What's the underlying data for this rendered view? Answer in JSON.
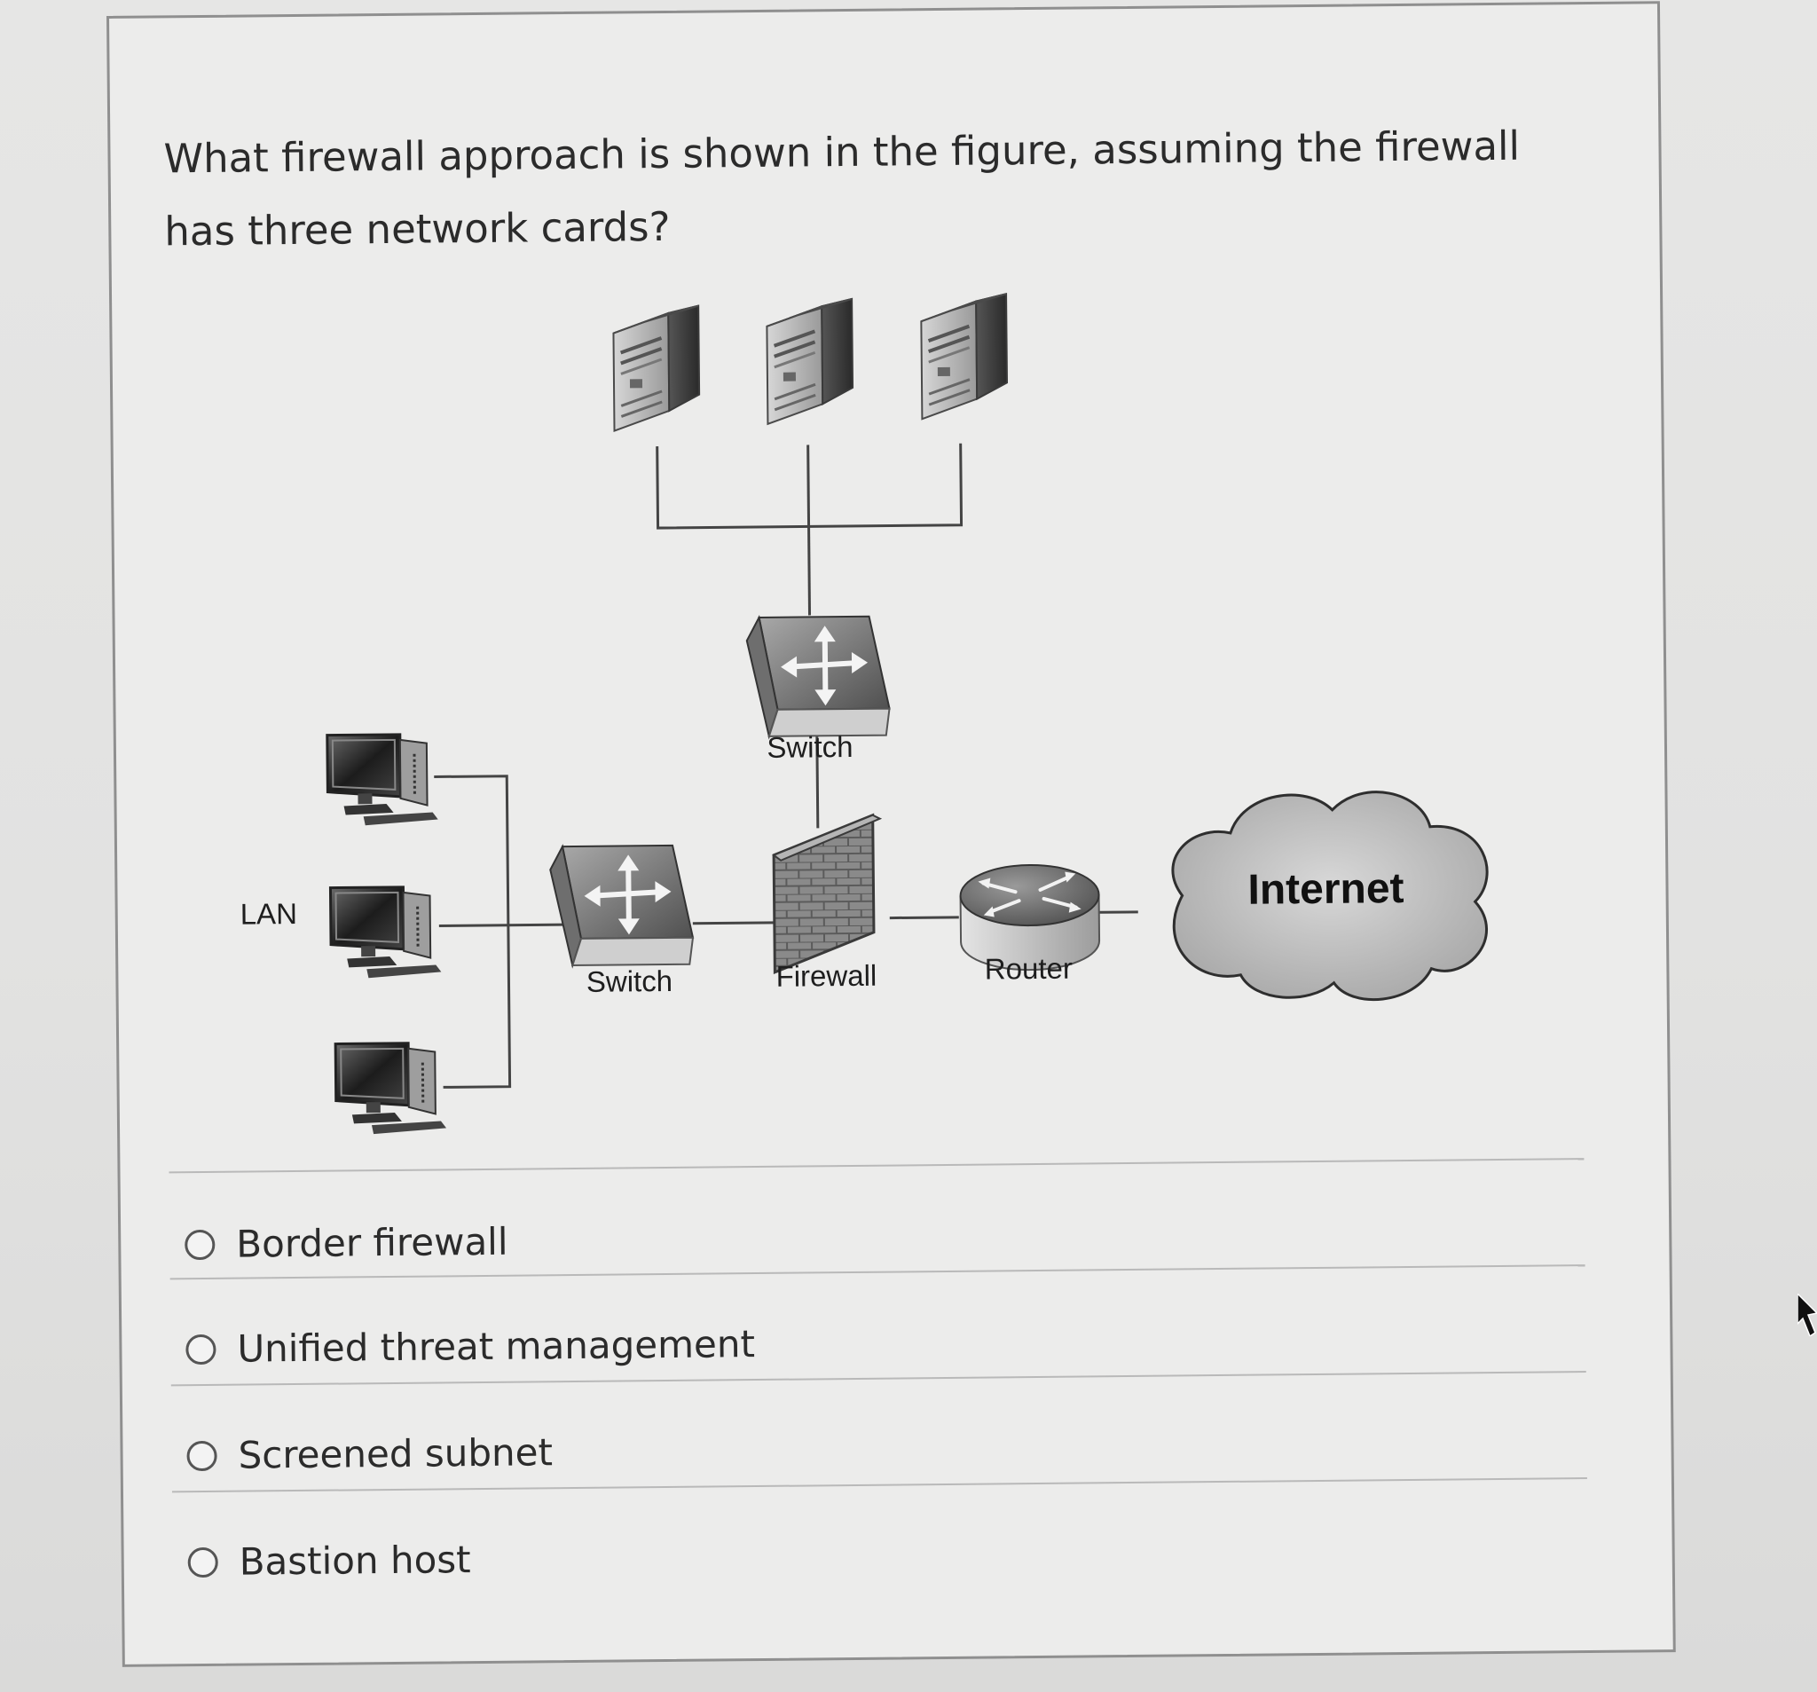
{
  "question": "What firewall approach is shown in the figure, assuming the firewall has three network cards?",
  "diagram": {
    "lan_label": "LAN",
    "lan_switch_label": "Switch",
    "dmz_switch_label": "Switch",
    "firewall_label": "Firewall",
    "router_label": "Router",
    "internet_label": "Internet"
  },
  "options": [
    {
      "label": "Border firewall",
      "selected": false
    },
    {
      "label": "Unified threat management",
      "selected": false
    },
    {
      "label": "Screened subnet",
      "selected": false
    },
    {
      "label": "Bastion host",
      "selected": false
    }
  ]
}
